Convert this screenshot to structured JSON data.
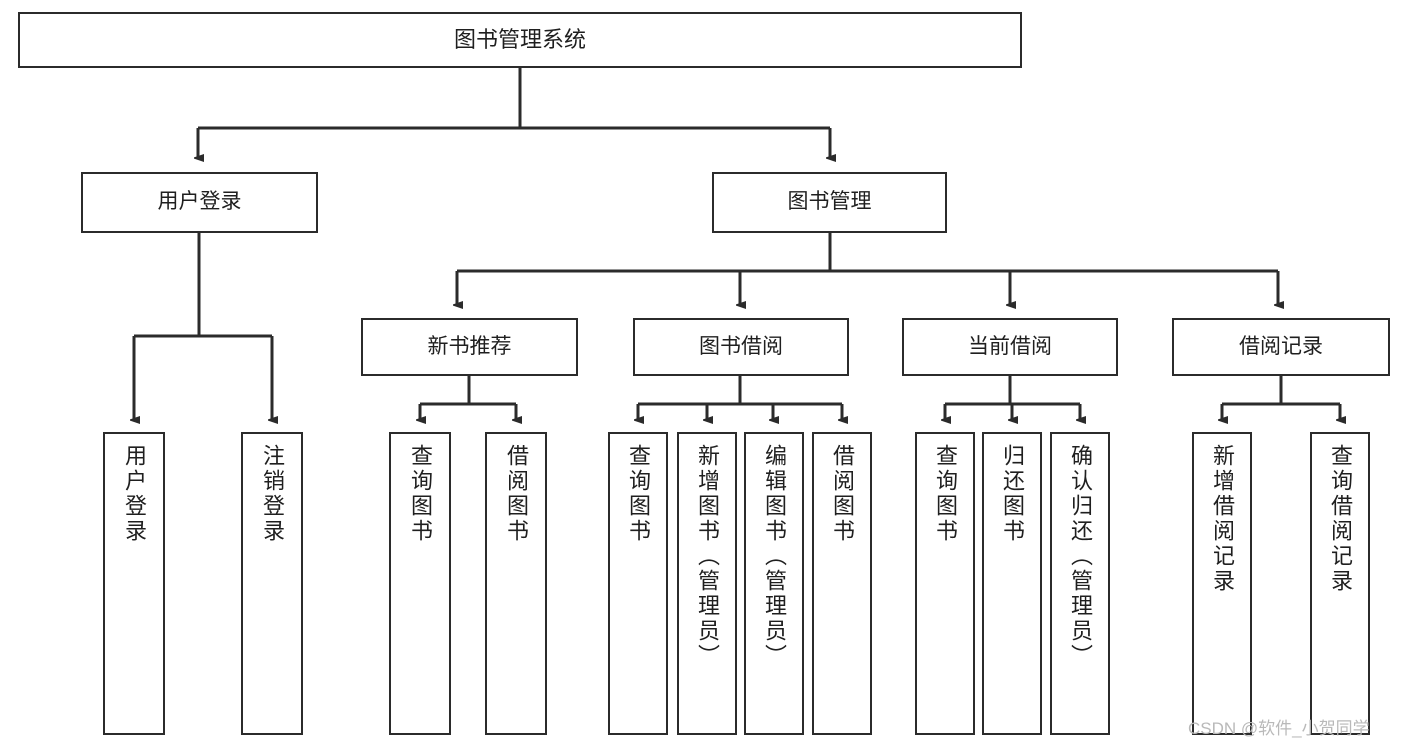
{
  "diagram": {
    "title": "图书管理系统",
    "watermark": "CSDN @软件_小贺同学",
    "levels": {
      "root": {
        "label": "图书管理系统"
      },
      "level2": [
        {
          "label": "用户登录"
        },
        {
          "label": "图书管理"
        }
      ],
      "level3": [
        {
          "label": "新书推荐"
        },
        {
          "label": "图书借阅"
        },
        {
          "label": "当前借阅"
        },
        {
          "label": "借阅记录"
        }
      ],
      "leaves": {
        "user_login": [
          {
            "label": "用户登录"
          },
          {
            "label": "注销登录"
          }
        ],
        "new_book": [
          {
            "label": "查询图书"
          },
          {
            "label": "借阅图书"
          }
        ],
        "book_borrow": [
          {
            "label": "查询图书"
          },
          {
            "label": "新增图书（管理员）"
          },
          {
            "label": "编辑图书（管理员）"
          },
          {
            "label": "借阅图书"
          }
        ],
        "current_borrow": [
          {
            "label": "查询图书"
          },
          {
            "label": "归还图书"
          },
          {
            "label": "确认归还（管理员）"
          }
        ],
        "borrow_record": [
          {
            "label": "新增借阅记录"
          },
          {
            "label": "查询借阅记录"
          }
        ]
      }
    },
    "colors": {
      "stroke": "#2b2b2b",
      "text": "#1f1f1f",
      "background": "#ffffff",
      "watermark": "#b9b9b9"
    }
  }
}
